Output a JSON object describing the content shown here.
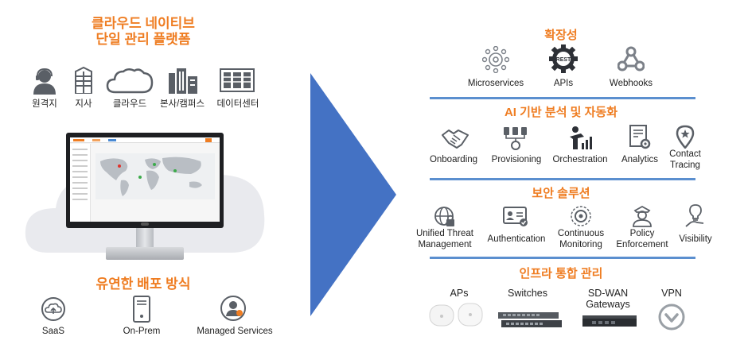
{
  "left": {
    "title_line1": "클라우드 네이티브",
    "title_line2": "단일 관리 플랫폼",
    "locations": [
      {
        "label": "원격지",
        "icon": "remote-worker-icon"
      },
      {
        "label": "지사",
        "icon": "branch-building-icon"
      },
      {
        "label": "클라우드",
        "icon": "cloud-icon"
      },
      {
        "label": "본사/캠퍼스",
        "icon": "campus-building-icon"
      },
      {
        "label": "데이터센터",
        "icon": "datacenter-icon"
      }
    ],
    "deploy_title": "유연한 배포 방식",
    "deploy": [
      {
        "label": "SaaS",
        "icon": "saas-cloud-icon"
      },
      {
        "label": "On-Prem",
        "icon": "on-prem-server-icon"
      },
      {
        "label": "Managed Services",
        "icon": "managed-services-icon"
      }
    ]
  },
  "right": {
    "sections": [
      {
        "title": "확장성",
        "items": [
          {
            "label": "Microservices",
            "icon": "microservices-icon"
          },
          {
            "label": "APIs",
            "icon": "rest-api-gear-icon"
          },
          {
            "label": "Webhooks",
            "icon": "webhooks-icon"
          }
        ]
      },
      {
        "title": "AI 기반 분석 및 자동화",
        "items": [
          {
            "label": "Onboarding",
            "icon": "handshake-icon"
          },
          {
            "label": "Provisioning",
            "icon": "provisioning-icon"
          },
          {
            "label": "Orchestration",
            "icon": "orchestration-icon"
          },
          {
            "label": "Analytics",
            "icon": "analytics-icon"
          },
          {
            "label1": "Contact",
            "label2": "Tracing",
            "icon": "location-pin-icon"
          }
        ]
      },
      {
        "title": "보안 솔루션",
        "items": [
          {
            "label1": "Unified Threat",
            "label2": "Management",
            "icon": "globe-lock-icon"
          },
          {
            "label": "Authentication",
            "icon": "id-card-icon"
          },
          {
            "label1": "Continuous",
            "label2": "Monitoring",
            "icon": "monitoring-gear-icon"
          },
          {
            "label1": "Policy",
            "label2": "Enforcement",
            "icon": "officer-icon"
          },
          {
            "label": "Visibility",
            "icon": "lightbulb-hand-icon"
          }
        ]
      },
      {
        "title": "인프라 통합 관리",
        "items": [
          {
            "label": "APs"
          },
          {
            "label": "Switches"
          },
          {
            "label1": "SD-WAN",
            "label2": "Gateways"
          },
          {
            "label": "VPN"
          }
        ]
      }
    ]
  },
  "colors": {
    "accent_orange": "#ef7d22",
    "arrow_blue": "#4472c4",
    "divider_blue": "#5b8fcf",
    "cloud_gray": "#e9eaee"
  }
}
